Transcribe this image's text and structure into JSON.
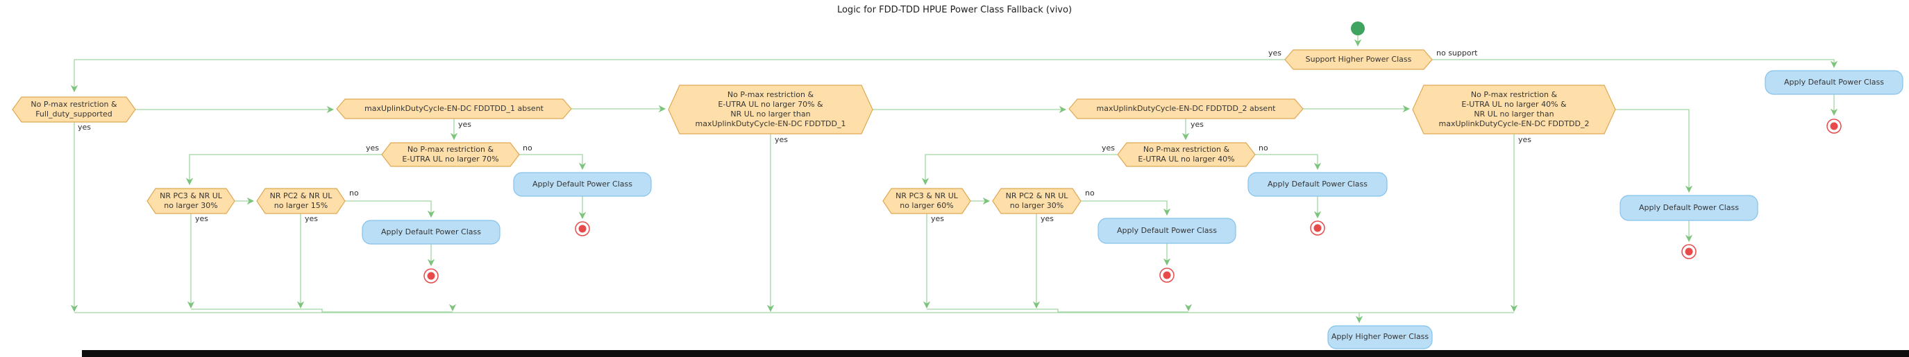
{
  "title": "Logic for FDD-TDD HPUE Power Class Fallback (vivo)",
  "labels": {
    "yes": "yes",
    "no": "no",
    "no_support": "no support"
  },
  "nodes": {
    "support": "Support Higher Power Class",
    "cond_full_duty": "No P-max restriction &\nFull_duty_supported",
    "cond_duty1_absent": "maxUplinkDutyCycle-EN-DC FDDTDD_1 absent",
    "cond_eutra70": "No P-max restriction &\nE-UTRA UL no larger 70%",
    "cond_pc3_30": "NR PC3 & NR UL\nno larger 30%",
    "cond_pc2_15": "NR PC2 & NR UL\nno larger 15%",
    "cond_composite1": "No P-max restriction &\nE-UTRA UL no larger 70% &\nNR UL no larger than\nmaxUplinkDutyCycle-EN-DC FDDTDD_1",
    "cond_duty2_absent": "maxUplinkDutyCycle-EN-DC FDDTDD_2 absent",
    "cond_eutra40": "No P-max restriction &\nE-UTRA UL no larger 40%",
    "cond_pc3_60": "NR PC3 & NR UL\nno larger 60%",
    "cond_pc2_30": "NR PC2 & NR UL\nno larger 30%",
    "cond_composite2": "No P-max restriction &\nE-UTRA UL no larger 40% &\nNR UL no larger than\nmaxUplinkDutyCycle-EN-DC FDDTDD_2",
    "apply_default": "Apply Default Power Class",
    "apply_higher": "Apply Higher Power Class"
  },
  "colors": {
    "condition_fill": "#FFDFA9",
    "condition_border": "#DFA852",
    "action_fill": "#BBDEF7",
    "action_border": "#84C3EB",
    "edge": "#A0D6A0",
    "arrowhead": "#7CC47C",
    "start_node": "#3FA45F",
    "end_node": "#E84A4A"
  }
}
